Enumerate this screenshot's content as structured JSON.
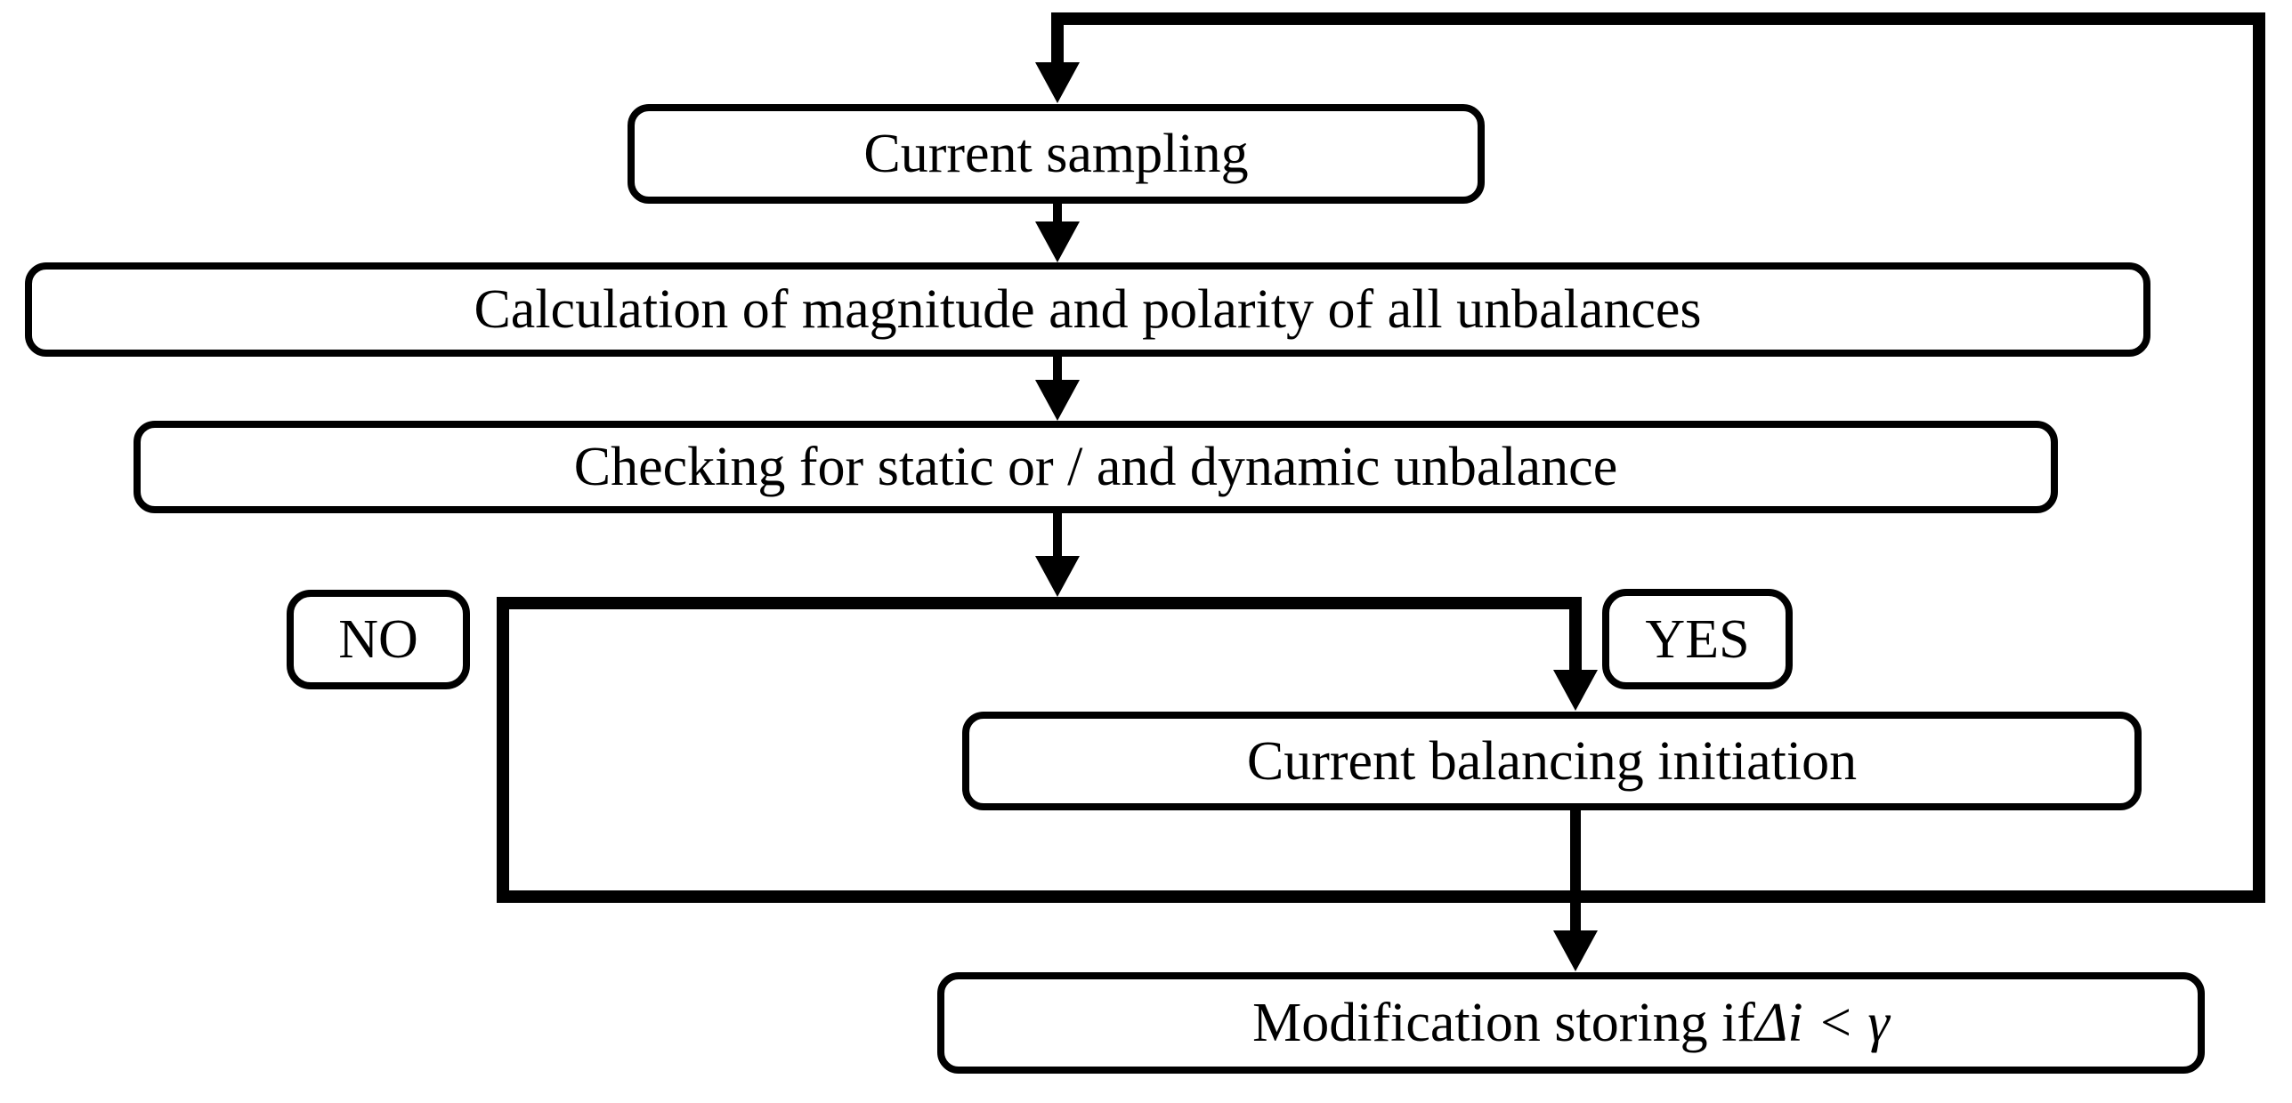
{
  "figure": {
    "type": "flowchart",
    "background_color": "#ffffff",
    "line_color": "#000000",
    "box_fill_color": "#ffffff",
    "nodes": [
      {
        "id": "current-sampling",
        "label": "Current sampling"
      },
      {
        "id": "calculation",
        "label": "Calculation of magnitude and polarity of all unbalances"
      },
      {
        "id": "checking",
        "label": "Checking for static or / and dynamic unbalance"
      },
      {
        "id": "balancing-initiation",
        "label": "Current balancing initiation"
      },
      {
        "id": "modification-storing",
        "label_prefix": "Modification storing if ",
        "label_math": "Δi < γ"
      }
    ],
    "branch_labels": {
      "no": "NO",
      "yes": "YES"
    },
    "edges": [
      "feedback-loop: NO-branch and bottom merge return to Current sampling",
      "current-sampling -> calculation",
      "calculation -> checking",
      "checking -> branch (NO left / YES right)",
      "YES -> current-balancing-initiation",
      "current-balancing-initiation -> modification-storing"
    ]
  }
}
